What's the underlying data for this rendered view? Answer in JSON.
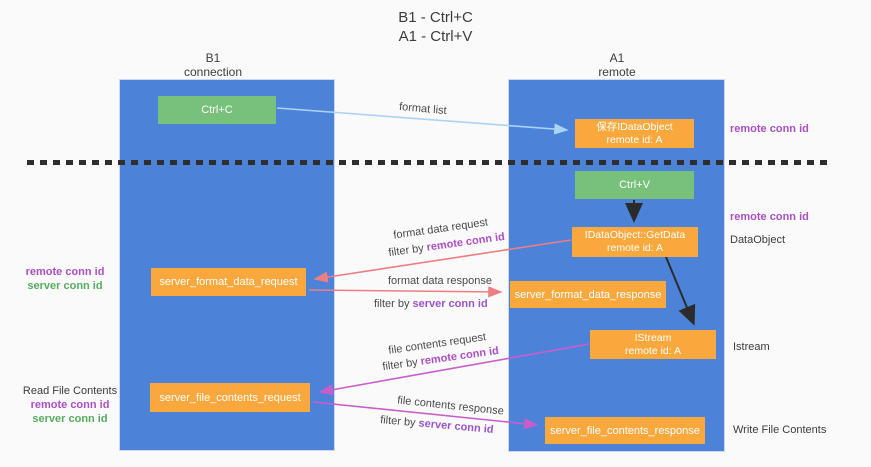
{
  "title": {
    "line1": "B1 - Ctrl+C",
    "line2": "A1 - Ctrl+V"
  },
  "lanes": {
    "left": {
      "name": "B1",
      "role": "connection"
    },
    "right": {
      "name": "A1",
      "role": "remote"
    }
  },
  "nodes": {
    "ctrl_c": {
      "label": "Ctrl+C"
    },
    "ctrl_v": {
      "label": "Ctrl+V"
    },
    "save_idataobject": {
      "line1": "保存IDataObject",
      "line2": "remote id: A"
    },
    "getdata": {
      "line1": "IDataObject::GetData",
      "line2": "remote id: A"
    },
    "istream": {
      "line1": "IStream",
      "line2": "remote id: A"
    },
    "server_format_data_request": {
      "label": "server_format_data_request"
    },
    "server_format_data_response": {
      "label": "server_format_data_response"
    },
    "server_file_contents_request": {
      "label": "server_file_contents_request"
    },
    "server_file_contents_response": {
      "label": "server_file_contents_response"
    }
  },
  "flow_labels": {
    "format_list": "format list",
    "format_data_request": "format data request",
    "format_data_response": "format data response",
    "file_contents_request": "file contents request",
    "file_contents_response": "file contents response",
    "filter_by": "filter by",
    "remote_conn_id": "remote conn id",
    "server_conn_id": "server conn id"
  },
  "annotations": {
    "right": {
      "remote_conn_id_top": "remote conn id",
      "remote_conn_id_mid": "remote conn id",
      "dataobject": "DataObject",
      "istream": "Istream",
      "write_file_contents": "Write File Contents"
    },
    "left": {
      "remote_conn_id_mid": "remote conn id",
      "server_conn_id_mid": "server conn id",
      "read_file_contents": "Read File Contents",
      "remote_conn_id_bottom": "remote conn id",
      "server_conn_id_bottom": "server conn id"
    }
  },
  "colors": {
    "lane_blue": "#4d82d9",
    "node_green": "#77c17b",
    "node_orange": "#f8a83c",
    "remote_conn_id_purple": "#ad4fc4",
    "server_conn_id_green": "#55ad5f",
    "request_arrow_salmon": "#ec7e84",
    "file_arrow_magenta": "#c95ecb",
    "format_list_arrow_blue": "#a9d4f4",
    "black_arrow": "#2b2b2b"
  }
}
